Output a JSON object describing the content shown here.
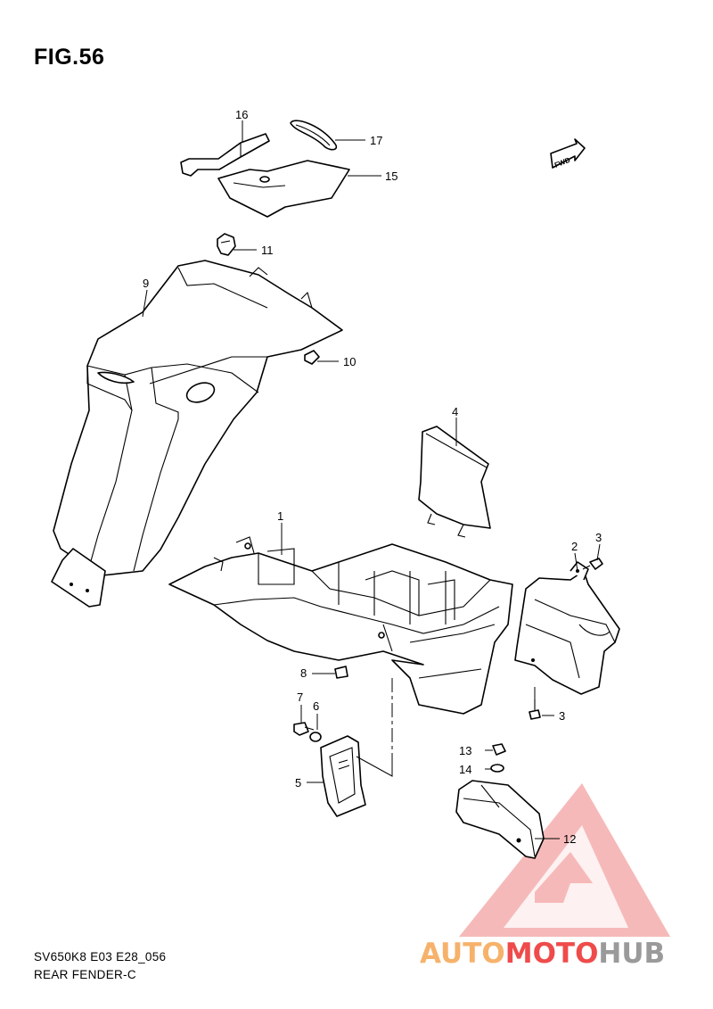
{
  "figure": {
    "title": "FIG.56",
    "code": "SV650K8 E03 E28_056",
    "name": "REAR FENDER-C"
  },
  "fwd_label": "FWD",
  "callouts": [
    "1",
    "2",
    "3",
    "3",
    "4",
    "5",
    "6",
    "7",
    "8",
    "9",
    "10",
    "11",
    "12",
    "13",
    "14",
    "15",
    "16",
    "17"
  ],
  "watermark": {
    "part1": "AUTO",
    "part2": "MOTO",
    "part3": "HUB",
    "colors": {
      "orange": "#f6b26b",
      "red": "#ef4b4b",
      "gray": "#9a9a9a"
    }
  }
}
